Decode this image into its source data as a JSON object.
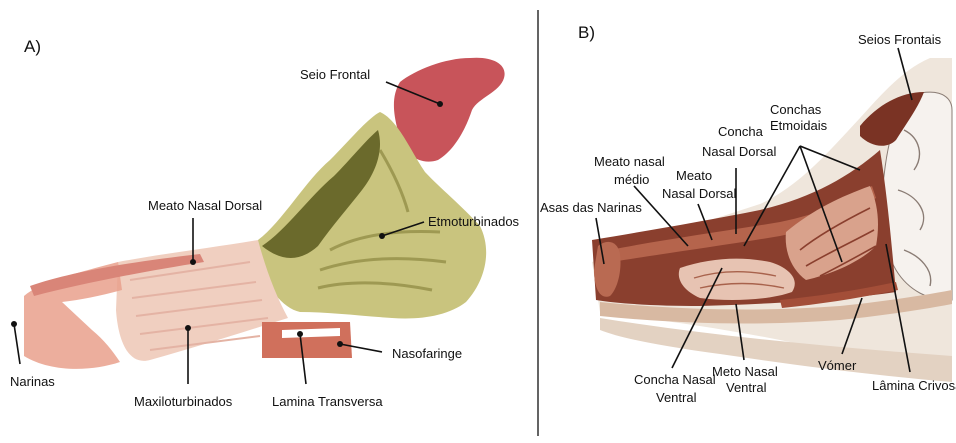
{
  "panels": {
    "a": {
      "letter": "A)",
      "labels": {
        "seio_frontal": "Seio Frontal",
        "meato_nasal_dorsal": "Meato Nasal Dorsal",
        "etmoturbinados": "Etmoturbinados",
        "narinas": "Narinas",
        "maxiloturbinados": "Maxiloturbinados",
        "lamina_transversa": "Lamina Transversa",
        "nasofaringe": "Nasofaringe"
      }
    },
    "b": {
      "letter": "B)",
      "labels": {
        "seios_frontais": "Seios Frontais",
        "conchas_etmoidais_1": "Conchas",
        "conchas_etmoidais_2": "Etmoidais",
        "concha_nasal_dorsal_1": "Concha",
        "concha_nasal_dorsal_2": "Nasal Dorsal",
        "meato_nasal_medio_1": "Meato nasal",
        "meato_nasal_medio_2": "médio",
        "meato_nasal_dorsal_1": "Meato",
        "meato_nasal_dorsal_2": "Nasal Dorsal",
        "asas_das_narinas": "Asas das Narinas",
        "concha_nasal_ventral_1": "Concha Nasal",
        "concha_nasal_ventral_2": "Ventral",
        "meto_nasal_ventral_1": "Meto Nasal",
        "meto_nasal_ventral_2": "Ventral",
        "vomer": "Vómer",
        "lamina_crivosa": "Lâmina Crivosa"
      }
    }
  },
  "colors": {
    "frontal_red": "#c8545a",
    "ethmoid_olive": "#c9c47e",
    "ethmoid_dark": "#6b6a2c",
    "maxilo_pink": "#f0cfc0",
    "rostral_pink": "#e9a08c",
    "b_tissue": "#8a3f2e",
    "b_light": "#e7c3b2",
    "b_bone": "#efe6dc"
  }
}
